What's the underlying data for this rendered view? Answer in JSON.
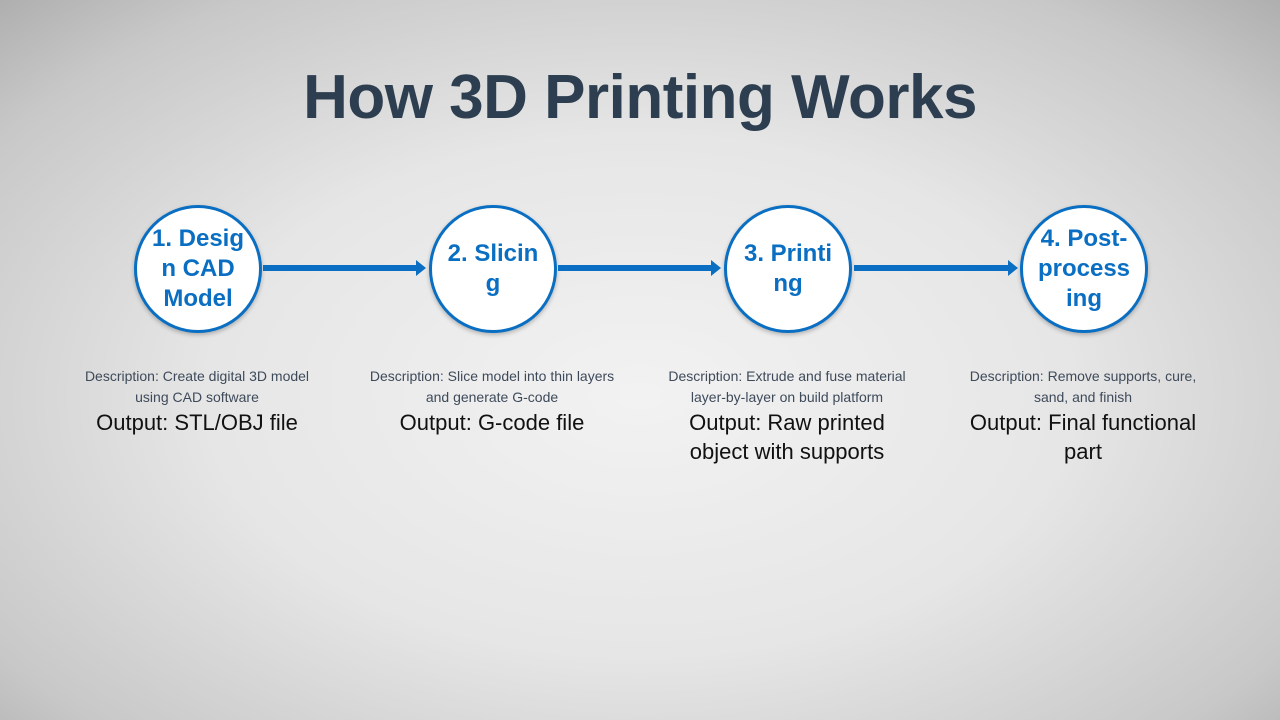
{
  "title": "How 3D Printing Works",
  "steps": [
    {
      "label": "1. Design CAD Model",
      "description": "Description: Create digital 3D model using CAD software",
      "output": "Output: STL/OBJ file"
    },
    {
      "label": "2. Slicing",
      "description": "Description: Slice model into thin layers and generate G-code",
      "output": "Output: G-code file"
    },
    {
      "label": "3. Printing",
      "description": "Description: Extrude and fuse material layer-by-layer on build platform",
      "output": "Output: Raw printed object with supports"
    },
    {
      "label": "4. Post-processing",
      "description": "Description: Remove supports, cure, sand, and finish",
      "output": "Output: Final functional part"
    }
  ],
  "colors": {
    "accent": "#0a6fc2",
    "title": "#2c3e50"
  }
}
